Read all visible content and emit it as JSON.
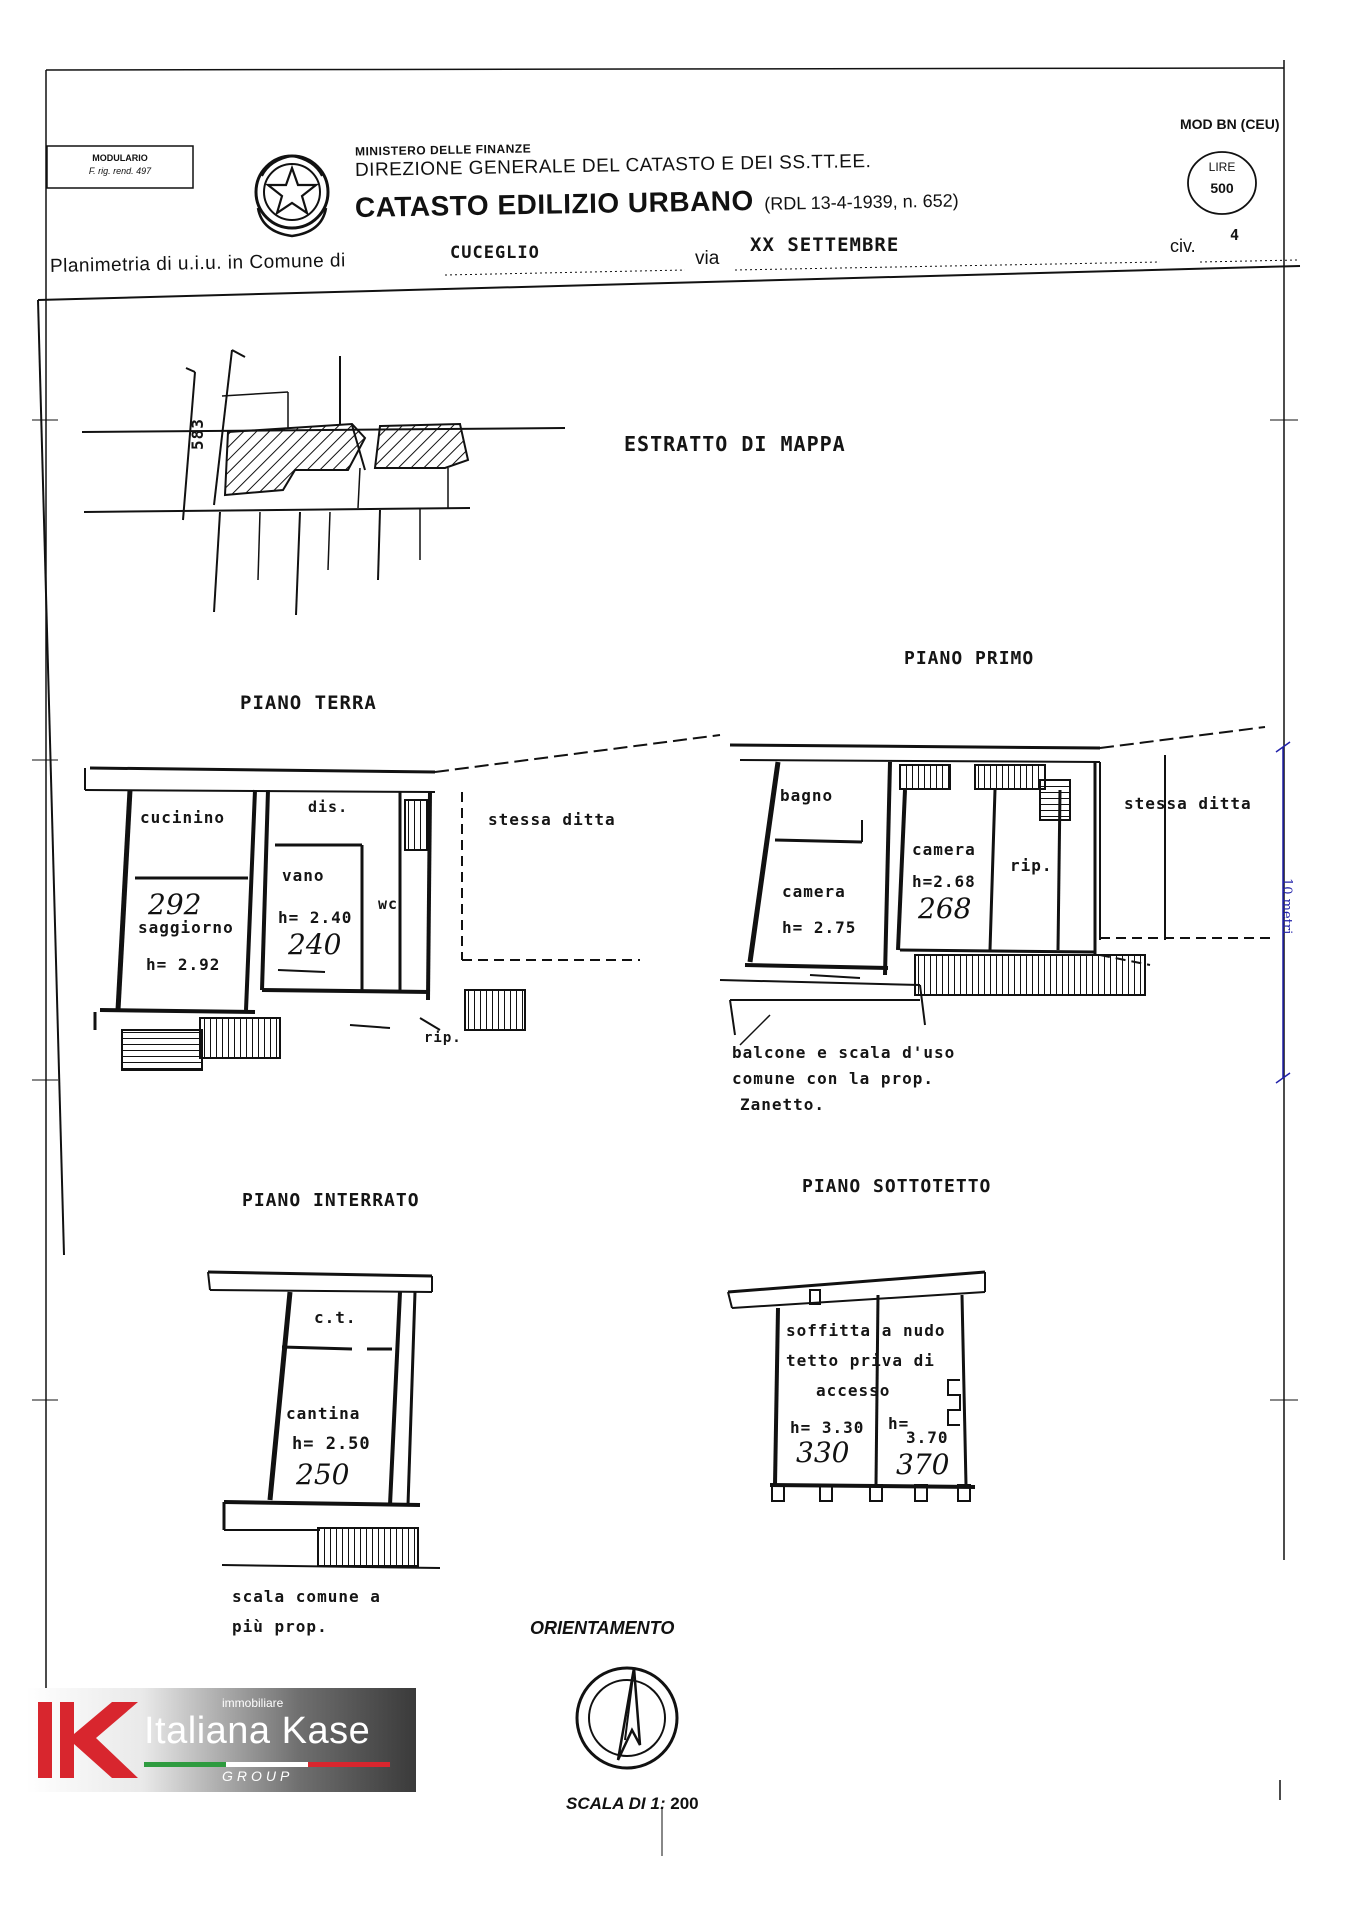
{
  "header": {
    "modulario_line1": "MODULARIO",
    "modulario_line2": "F. rig. rend. 497",
    "ministry": "MINISTERO DELLE FINANZE",
    "direzione": "DIREZIONE GENERALE DEL CATASTO E DEI SS.TT.EE.",
    "catasto": "CATASTO EDILIZIO URBANO",
    "rdl": "(RDL 13-4-1939, n. 652)",
    "mod": "MOD BN (CEU)",
    "lire_label": "LIRE",
    "lire_value": "500",
    "planimetria_label": "Planimetria di u.i.u. in Comune di",
    "comune": "CUCEGLIO",
    "via_label": "via",
    "via": "XX SETTEMBRE",
    "civ_label": "civ.",
    "civ": "4"
  },
  "estratto": {
    "title": "ESTRATTO DI MAPPA",
    "parcel": "583"
  },
  "piano_terra": {
    "title": "PIANO TERRA",
    "cucinino": "cucinino",
    "saggiorno": "saggiorno",
    "saggiorno_h": "h= 2.92",
    "saggiorno_hand": "292",
    "dis": "dis.",
    "vano": "vano",
    "vano_h": "h= 2.40",
    "vano_hand": "240",
    "wc": "wc",
    "rip": "rip.",
    "stessa_ditta": "stessa ditta"
  },
  "piano_primo": {
    "title": "PIANO PRIMO",
    "bagno": "bagno",
    "camera1": "camera",
    "camera1_h": "h= 2.75",
    "camera2": "camera",
    "camera2_h": "h=2.68",
    "camera2_hand": "268",
    "rip": "rip.",
    "stessa_ditta": "stessa ditta",
    "note_line1": "balcone e scala d'uso",
    "note_line2": "comune con la prop.",
    "note_line3": "Zanetto.",
    "scale_label": "10 metri"
  },
  "piano_interrato": {
    "title": "PIANO INTERRATO",
    "ct": "c.t.",
    "cantina": "cantina",
    "cantina_h": "h= 2.50",
    "cantina_hand": "250",
    "note_line1": "scala comune a",
    "note_line2": "più prop."
  },
  "piano_sottotetto": {
    "title": "PIANO SOTTOTETTO",
    "line1": "soffitta a nudo",
    "line2": "tetto priva di",
    "line3": "accesso",
    "h1": "h= 3.30",
    "h1_hand": "330",
    "h2": "h=",
    "h2_val": "3.70",
    "h2_hand": "370"
  },
  "footer": {
    "orientamento": "ORIENTAMENTO",
    "scala_label": "SCALA DI 1:",
    "scala_value": "200"
  },
  "logo": {
    "small": "immobiliare",
    "brand": "Italiana Kase",
    "group": "GROUP",
    "red": "#d8262e",
    "green": "#2e9b3f"
  }
}
